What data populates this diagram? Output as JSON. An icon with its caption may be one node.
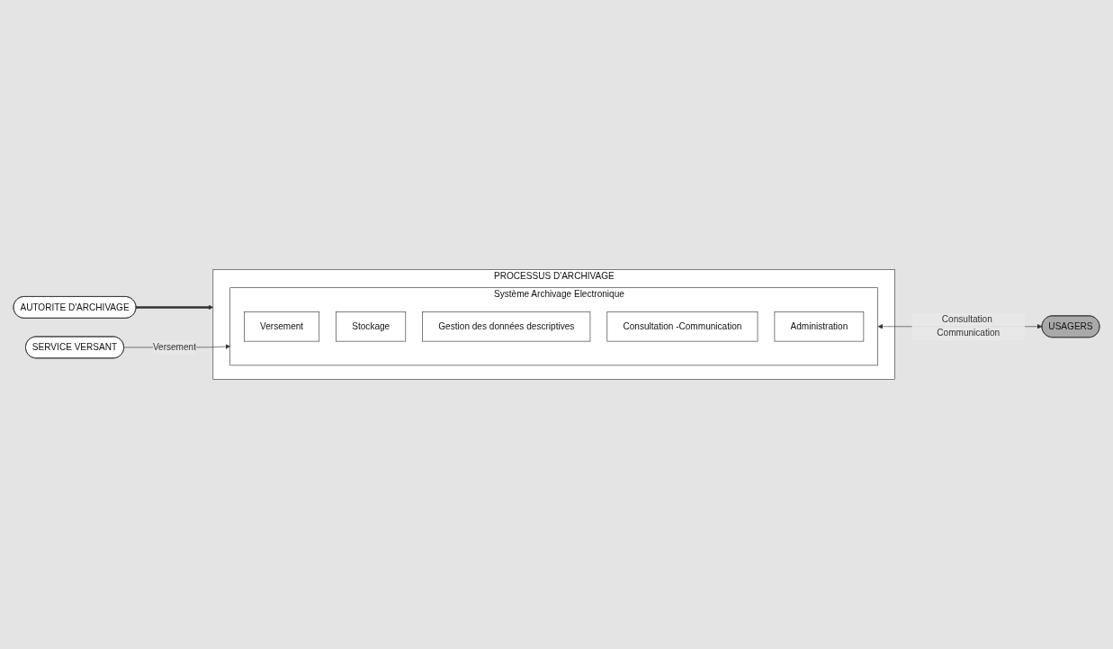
{
  "diagram": {
    "nodes": [
      {
        "text": [
          "AUTORITE D'ARCHIVAGE"
        ]
      },
      {
        "text": [
          "PROCESSUS D'ARCHIVAGE"
        ]
      },
      {
        "text": [
          "Système Archivage Electronique"
        ],
        "in": 1
      },
      {
        "text": [
          "Versement"
        ],
        "in": 2
      },
      {
        "text": [
          "Stockage"
        ],
        "in": 2
      },
      {
        "text": [
          "Gestion des données descriptives"
        ],
        "in": 2
      },
      {
        "text": [
          "Consultation -Communication"
        ],
        "in": 2
      },
      {
        "text": [
          "Administration"
        ],
        "in": 2
      },
      {
        "text": [
          "SERVICE VERSANT"
        ]
      },
      {
        "text": [
          "USAGERS"
        ]
      }
    ],
    "edges": [
      {
        "from": 0,
        "to": 1,
        "arrow": "to",
        "style": "thick"
      },
      {
        "from": 8,
        "to": 2,
        "arrow": "to",
        "label": "Versement"
      },
      {
        "from": 2,
        "to": 9,
        "arrow": "both",
        "label": "Consultation Communication"
      }
    ]
  }
}
